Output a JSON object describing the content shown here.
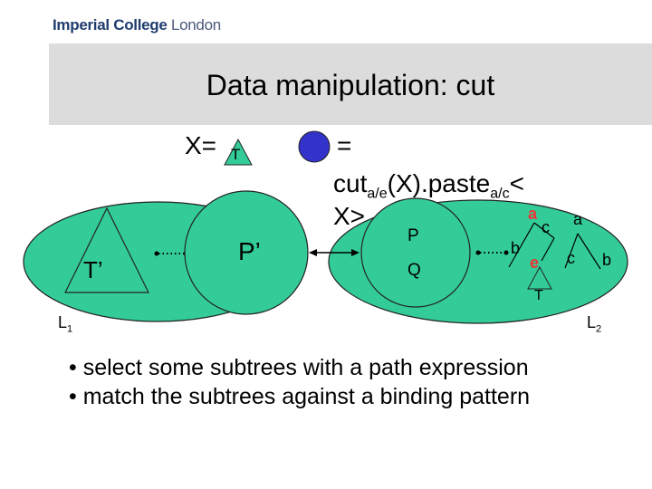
{
  "header": {
    "logo_bold": "Imperial College",
    "logo_light": "London"
  },
  "slide": {
    "title": "Data manipulation: cut",
    "formula": {
      "x_prefix": "X=",
      "x_tri": "T",
      "eq": "=",
      "cut": "cut",
      "cut_sub": "a/e",
      "cut_arg_open": "(",
      "cut_arg": "X",
      "cut_arg_close": ").paste",
      "paste_sub": "a/c",
      "lt": "<",
      "x_end": "X>"
    },
    "left_region": {
      "label": "L",
      "label_sub": "1",
      "tree_label": "T’",
      "node_label": "P’"
    },
    "right_region": {
      "label": "L",
      "label_sub": "2",
      "p_label": "P",
      "q_label": "Q",
      "tree_labels": {
        "a_red": "a",
        "c_top": "c",
        "a_top": "a",
        "b_left": "b",
        "e_red": "e",
        "c_mid": "c",
        "b_right": "b",
        "t_bottom": "T"
      }
    },
    "bullets": [
      "• select some subtrees with a path expression",
      "• match the subtrees against a binding pattern"
    ]
  },
  "colors": {
    "region": "#33cc99",
    "circle": "#3333cc",
    "highlight": "#ee3333",
    "title_band": "#dcdcdc",
    "logo": "#1f3c6e"
  }
}
